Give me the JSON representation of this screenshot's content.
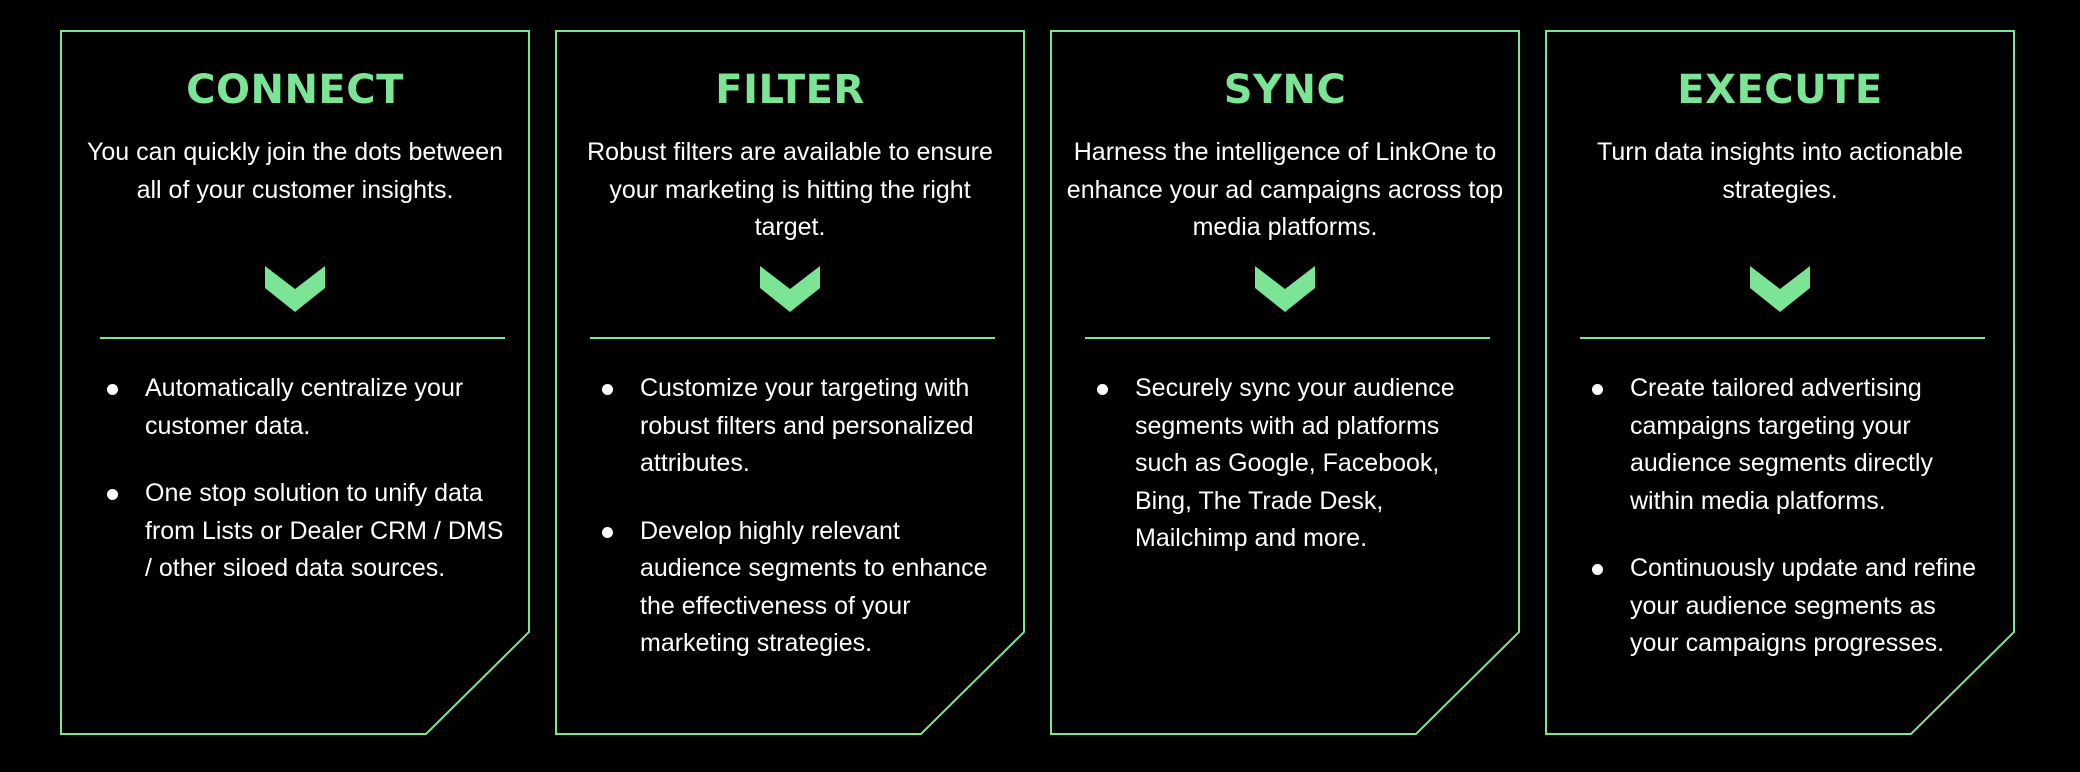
{
  "colors": {
    "background": "#000000",
    "accent": "#7be495",
    "text": "#ffffff"
  },
  "cards": [
    {
      "title": "CONNECT",
      "description": "You can quickly join the dots between all of your customer insights.",
      "bullets": [
        "Automatically centralize your customer data.",
        "One stop solution to unify data from Lists or Dealer CRM / DMS / other siloed data sources."
      ]
    },
    {
      "title": "FILTER",
      "description": "Robust filters are available to ensure your marketing is hitting the right target.",
      "bullets": [
        "Customize your targeting with robust filters and personalized attributes.",
        "Develop highly relevant audience segments to enhance the effectiveness of your marketing strategies."
      ]
    },
    {
      "title": "SYNC",
      "description": "Harness the intelligence of LinkOne to enhance your ad campaigns across top media platforms.",
      "bullets": [
        "Securely sync your audience segments with ad platforms such as Google, Facebook, Bing, The Trade Desk, Mailchimp and more."
      ]
    },
    {
      "title": "EXECUTE",
      "description": "Turn data insights into actionable strategies.",
      "bullets": [
        "Create tailored advertising campaigns targeting your audience segments directly within media platforms.",
        "Continuously update and refine your audience segments as your campaigns progresses."
      ]
    }
  ],
  "icons": {
    "chevron": "chevron-down-icon",
    "bullet": "bullet-dot-icon"
  }
}
